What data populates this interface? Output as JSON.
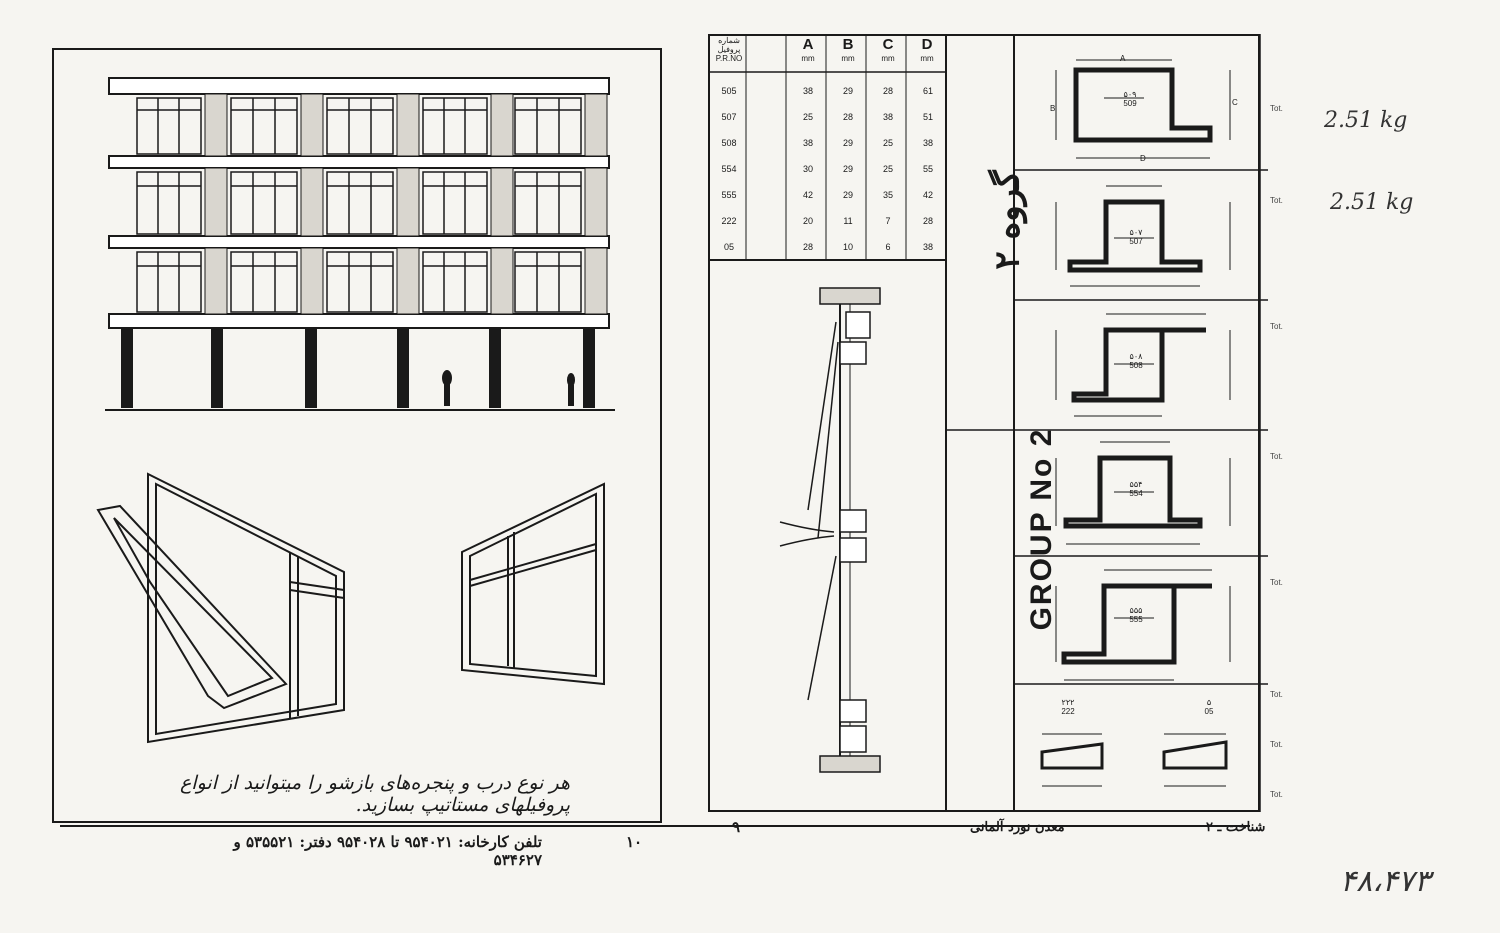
{
  "left_page": {
    "caption": "هر نوع درب و پنجره‌های بازشو را میتوانید از انواع پروفیلهای مستاتیپ بسازید.",
    "phone": "تلفن کارخانه: ۹۵۴۰۲۱ تا ۹۵۴۰۲۸ دفتر: ۵۳۵۵۲۱ و ۵۳۴۶۲۷",
    "page_number": "۱۰"
  },
  "right_page": {
    "table": {
      "headers": [
        {
          "label": "شماره پروفیل",
          "unit": "P.R.NO"
        },
        {
          "label": "A",
          "unit": "mm"
        },
        {
          "label": "B",
          "unit": "mm"
        },
        {
          "label": "C",
          "unit": "mm"
        },
        {
          "label": "D",
          "unit": "mm"
        }
      ],
      "rows": [
        [
          "505",
          "38",
          "29",
          "28",
          "61"
        ],
        [
          "507",
          "25",
          "28",
          "38",
          "51"
        ],
        [
          "508",
          "38",
          "29",
          "25",
          "38"
        ],
        [
          "554",
          "30",
          "29",
          "25",
          "55"
        ],
        [
          "555",
          "42",
          "29",
          "35",
          "42"
        ],
        [
          "222",
          "20",
          "11",
          "7",
          "28"
        ],
        [
          "05",
          "28",
          "10",
          "6",
          "38"
        ]
      ]
    },
    "group_label": "GROUP No 2",
    "group_label_fa": "گروه ۲",
    "profiles": [
      {
        "fa": "۵۰۹",
        "code": "509"
      },
      {
        "fa": "۵۰۷",
        "code": "507"
      },
      {
        "fa": "۵۰۸",
        "code": "508"
      },
      {
        "fa": "۵۵۴",
        "code": "554"
      },
      {
        "fa": "۵۵۵",
        "code": "555"
      }
    ],
    "small_profiles": [
      {
        "fa": "۲۲۲",
        "code": "222"
      },
      {
        "fa": "۵",
        "code": "05"
      }
    ],
    "dim_a": "A",
    "dim_b": "B",
    "dim_c": "C",
    "dim_d": "D",
    "page_number": "۹",
    "footer_center": "معدن نورد آلمانی",
    "footer_right": "شناخت ـ ۲",
    "side_labels": [
      "Tot.",
      "Tot.",
      "Tot.",
      "Tot.",
      "Tot.",
      "Tot.",
      "Tot.",
      "Tot."
    ]
  },
  "handwriting": {
    "note1": "2.51 kg",
    "note2": "2.51 kg",
    "note3": "۴۸،۴۷۳"
  }
}
